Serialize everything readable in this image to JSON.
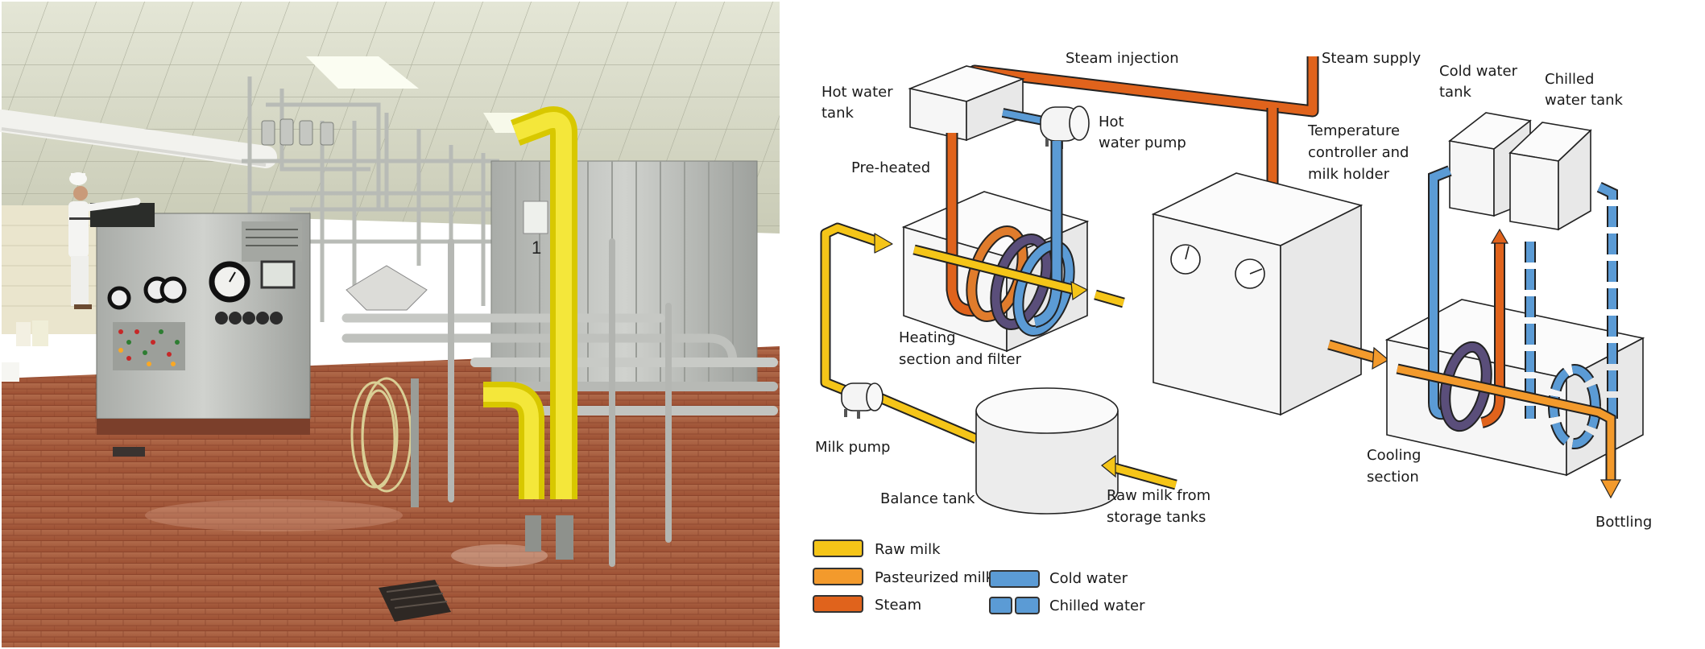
{
  "photo": {
    "description": "Dairy pasteurization plant interior: operator in white uniform at stainless steel control panel, stainless piping, yellow insulated pipes, red brick tiled floor with drains",
    "panel_number": "1",
    "colors": {
      "floor": "#a8593c",
      "ceiling": "#d9dcc8",
      "yellow_pipe": "#f0e020",
      "steel": "#b9bcb8"
    }
  },
  "diagram": {
    "labels": {
      "steam_injection": "Steam injection",
      "steam_supply": "Steam supply",
      "hot_water_tank": [
        "Hot water",
        "tank"
      ],
      "hot_water_pump": [
        "Hot",
        "water pump"
      ],
      "pre_heated": "Pre-heated",
      "temperature_controller": [
        "Temperature",
        "controller and",
        "milk holder"
      ],
      "cold_water_tank": [
        "Cold water",
        "tank"
      ],
      "chilled_water_tank": [
        "Chilled",
        "water tank"
      ],
      "heating_section": [
        "Heating",
        "section and filter"
      ],
      "milk_pump": "Milk pump",
      "balance_tank": "Balance tank",
      "raw_milk_from": [
        "Raw milk from",
        "storage tanks"
      ],
      "cooling_section": [
        "Cooling",
        "section"
      ],
      "bottling": "Bottling"
    },
    "legend": [
      {
        "label": "Raw milk",
        "color": "#f5c518",
        "style": "solid"
      },
      {
        "label": "Pasteurized milk",
        "color": "#f39a2c",
        "style": "solid"
      },
      {
        "label": "Steam",
        "color": "#e0631c",
        "style": "solid"
      },
      {
        "label": "Cold water",
        "color": "#5b9bd5",
        "style": "solid"
      },
      {
        "label": "Chilled water",
        "color": "#5b9bd5",
        "style": "dashed"
      }
    ],
    "colors": {
      "raw_milk": "#f5c518",
      "pasteurized_milk": "#f39a2c",
      "steam": "#e0631c",
      "cold_water": "#5b9bd5",
      "coil_dark": "#5a4e7a",
      "outline": "#222222"
    }
  }
}
